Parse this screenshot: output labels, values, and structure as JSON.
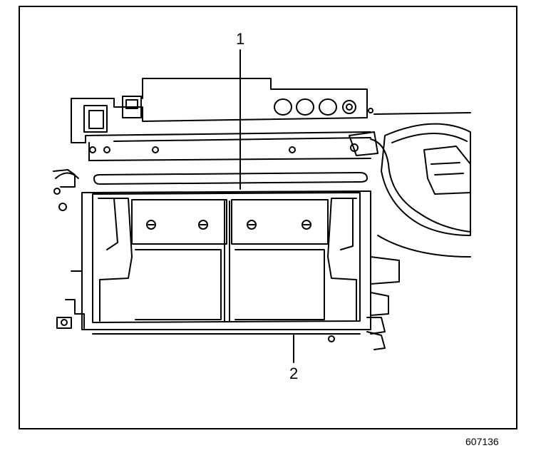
{
  "callouts": [
    {
      "label": "1"
    },
    {
      "label": "2"
    }
  ],
  "figure_id": "607136",
  "colors": {
    "line": "#000000",
    "background": "#ffffff"
  }
}
